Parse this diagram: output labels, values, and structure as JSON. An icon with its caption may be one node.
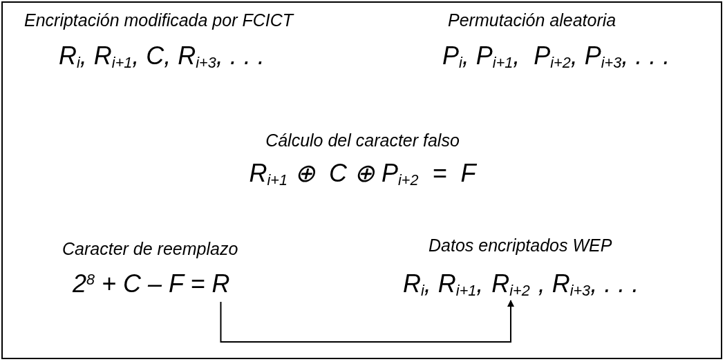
{
  "diagram": {
    "nodes": [
      {
        "text": [
          "R"
        ]
      },
      {
        "text": [
          "R$_{i+2}$"
        ]
      }
    ],
    "edges": [
      {
        "from": 0,
        "to": 1,
        "arrow": "to"
      }
    ],
    "labels": [
      "Encriptación modificada por FCICT",
      "Permutación aleatoria",
      "R$_{i}$, R$_{i+1}$, C, R$_{i+3}$, . . .",
      "P$_{i}$, P$_{i+1}$,  P$_{i+2}$, P$_{i+3}$, . . .",
      "Cálculo del caracter falso",
      "R$_{i+1}$ ⊕  C ⊕ P$_{i+2}$  =  F",
      "Caracter de reemplazo",
      "2$^{8}$ + C – F =",
      "Datos encriptados WEP",
      "R$_{i}$, R$_{i+1}$,",
      ", R$_{i+3}$, . . ."
    ]
  }
}
